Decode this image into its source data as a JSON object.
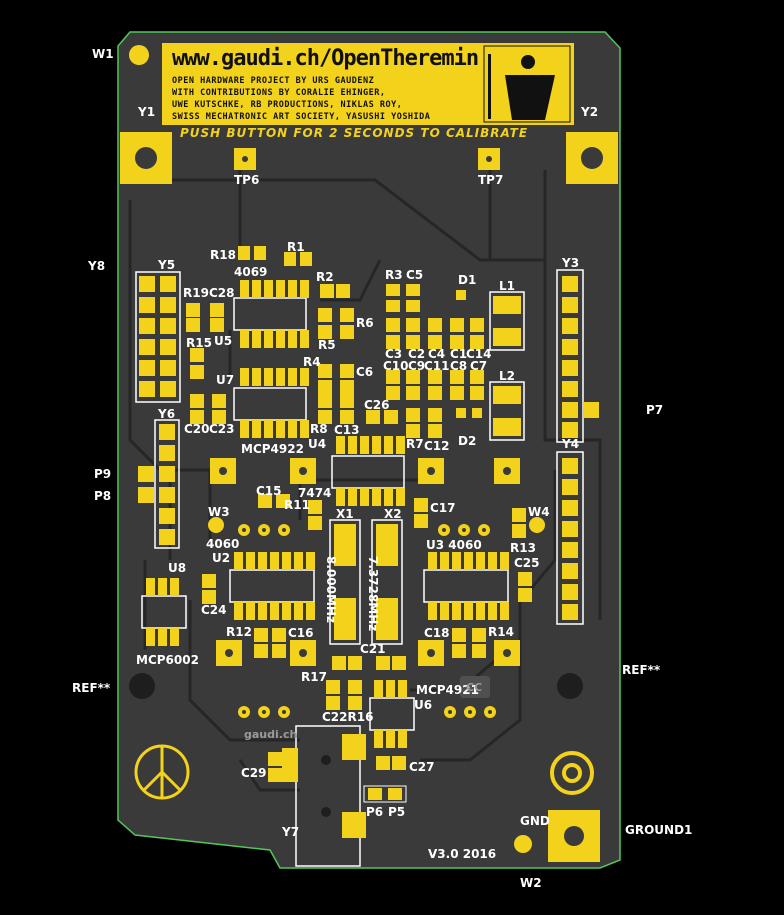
{
  "banner": {
    "url": "www.gaudi.ch/OpenTheremin",
    "lines": [
      "OPEN HARDWARE PROJECT BY URS GAUDENZ",
      "WITH CONTRIBUTIONS BY CORALIE EHINGER,",
      "UWE KUTSCHKE, RB PRODUCTIONS, NIKLAS ROY,",
      "SWISS MECHATRONIC ART SOCIETY, YASUSHI YOSHIDA"
    ]
  },
  "calibrate_text": "PUSH BUTTON FOR 2 SECONDS TO CALIBRATE",
  "version": "V3.0 2016",
  "board_text": "gaudi.ch",
  "logo_text": "CC",
  "crystals": {
    "x1_freq": "8.000MHz",
    "x2_freq": "7.3728MHz"
  },
  "outer_labels": [
    {
      "id": "w1",
      "text": "W1"
    },
    {
      "id": "y1",
      "text": "Y1"
    },
    {
      "id": "y2",
      "text": "Y2"
    },
    {
      "id": "y8",
      "text": "Y8"
    },
    {
      "id": "p7",
      "text": "P7"
    },
    {
      "id": "p9",
      "text": "P9"
    },
    {
      "id": "p8",
      "text": "P8"
    },
    {
      "id": "ref-left",
      "text": "REF**"
    },
    {
      "id": "ref-right",
      "text": "REF**"
    },
    {
      "id": "ground1",
      "text": "GROUND1"
    },
    {
      "id": "w2",
      "text": "W2"
    }
  ],
  "silk_labels": [
    {
      "id": "tp6",
      "text": "TP6"
    },
    {
      "id": "tp7",
      "text": "TP7"
    },
    {
      "id": "y5",
      "text": "Y5"
    },
    {
      "id": "y3",
      "text": "Y3"
    },
    {
      "id": "r18",
      "text": "R18"
    },
    {
      "id": "r1",
      "text": "R1"
    },
    {
      "id": "u4069",
      "text": "4069"
    },
    {
      "id": "r2",
      "text": "R2"
    },
    {
      "id": "r3",
      "text": "R3"
    },
    {
      "id": "c5",
      "text": "C5"
    },
    {
      "id": "d1",
      "text": "D1"
    },
    {
      "id": "l1",
      "text": "L1"
    },
    {
      "id": "r19",
      "text": "R19"
    },
    {
      "id": "c28",
      "text": "C28"
    },
    {
      "id": "r6",
      "text": "R6"
    },
    {
      "id": "u5",
      "text": "U5"
    },
    {
      "id": "r15",
      "text": "R15"
    },
    {
      "id": "r5",
      "text": "R5"
    },
    {
      "id": "c3",
      "text": "C3"
    },
    {
      "id": "c2",
      "text": "C2"
    },
    {
      "id": "c4",
      "text": "C4"
    },
    {
      "id": "c1",
      "text": "C1"
    },
    {
      "id": "c14",
      "text": "C14"
    },
    {
      "id": "r4",
      "text": "R4"
    },
    {
      "id": "c10",
      "text": "C10"
    },
    {
      "id": "c9",
      "text": "C9"
    },
    {
      "id": "c11",
      "text": "C11"
    },
    {
      "id": "c8",
      "text": "C8"
    },
    {
      "id": "c7",
      "text": "C7"
    },
    {
      "id": "l2",
      "text": "L2"
    },
    {
      "id": "u7",
      "text": "U7"
    },
    {
      "id": "c6",
      "text": "C6"
    },
    {
      "id": "c26",
      "text": "C26"
    },
    {
      "id": "y6",
      "text": "Y6"
    },
    {
      "id": "c20",
      "text": "C20"
    },
    {
      "id": "c23",
      "text": "C23"
    },
    {
      "id": "r8",
      "text": "R8"
    },
    {
      "id": "c13",
      "text": "C13"
    },
    {
      "id": "d2",
      "text": "D2"
    },
    {
      "id": "mcp4922",
      "text": "MCP4922"
    },
    {
      "id": "u4",
      "text": "U4"
    },
    {
      "id": "r7",
      "text": "R7"
    },
    {
      "id": "c12",
      "text": "C12"
    },
    {
      "id": "y4",
      "text": "Y4"
    },
    {
      "id": "c15",
      "text": "C15"
    },
    {
      "id": "u7474",
      "text": "7474"
    },
    {
      "id": "r11",
      "text": "R11"
    },
    {
      "id": "w3",
      "text": "W3"
    },
    {
      "id": "x1",
      "text": "X1"
    },
    {
      "id": "x2",
      "text": "X2"
    },
    {
      "id": "c17",
      "text": "C17"
    },
    {
      "id": "w4",
      "text": "W4"
    },
    {
      "id": "u4060a",
      "text": "4060"
    },
    {
      "id": "r13",
      "text": "R13"
    },
    {
      "id": "u2",
      "text": "U2"
    },
    {
      "id": "u3",
      "text": "U3 4060"
    },
    {
      "id": "u8",
      "text": "U8"
    },
    {
      "id": "c25",
      "text": "C25"
    },
    {
      "id": "c24",
      "text": "C24"
    },
    {
      "id": "r12",
      "text": "R12"
    },
    {
      "id": "c16",
      "text": "C16"
    },
    {
      "id": "c18",
      "text": "C18"
    },
    {
      "id": "r14",
      "text": "R14"
    },
    {
      "id": "mcp6002",
      "text": "MCP6002"
    },
    {
      "id": "c21",
      "text": "C21"
    },
    {
      "id": "r17",
      "text": "R17"
    },
    {
      "id": "mcp4921",
      "text": "MCP4921"
    },
    {
      "id": "c22r16",
      "text": "C22R16"
    },
    {
      "id": "u6",
      "text": "U6"
    },
    {
      "id": "c29",
      "text": "C29"
    },
    {
      "id": "c27",
      "text": "C27"
    },
    {
      "id": "p6",
      "text": "P6"
    },
    {
      "id": "p5",
      "text": "P5"
    },
    {
      "id": "y7",
      "text": "Y7"
    },
    {
      "id": "gnd",
      "text": "GND"
    }
  ],
  "colors": {
    "board": "#3a3a3a",
    "copper": "#f3d21c",
    "edge": "#52c85a",
    "silk": "#ffffff",
    "trace": "#262626"
  }
}
